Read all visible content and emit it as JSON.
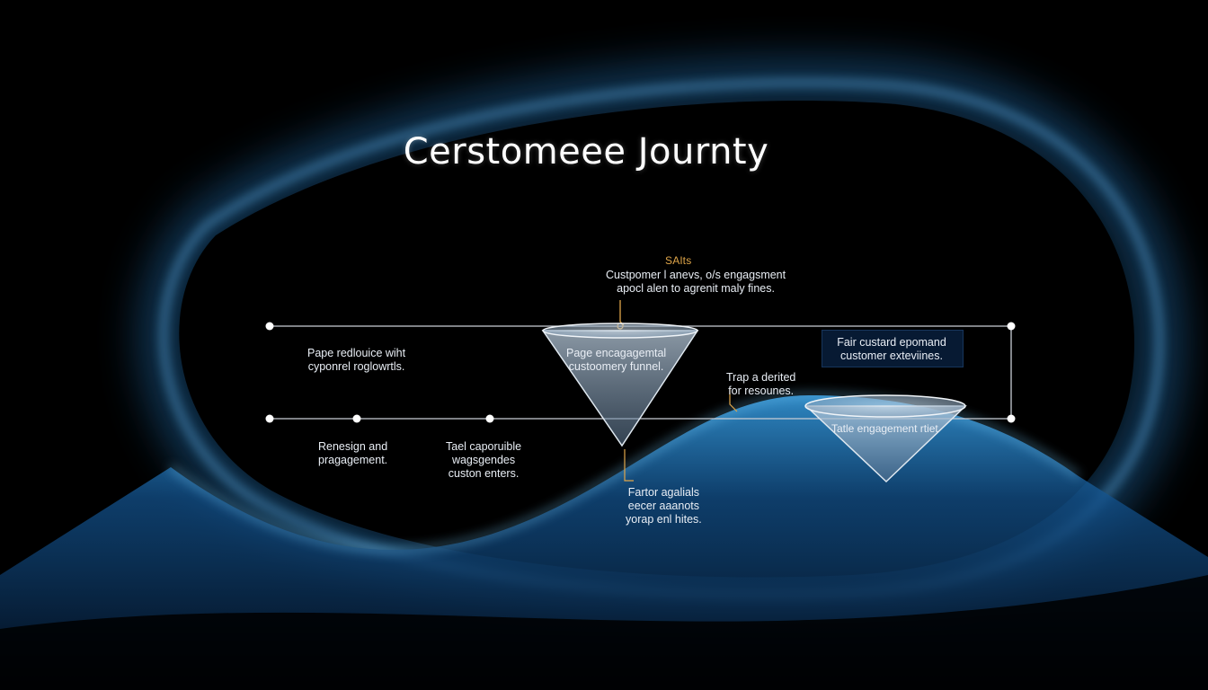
{
  "title": "Cerstomeee Journty",
  "sales": {
    "heading": "SAlts",
    "line1": "Custpomer l anevs, o/s engagsment",
    "line2": "apocl alen to agrenit maly fines."
  },
  "top_row": {
    "left_label": [
      "Pape redlouice wiht",
      "cyponrel roglowrtls."
    ],
    "funnel_label": [
      "Page encagagemtal",
      "custoomery funnel."
    ],
    "right_box": [
      "Fair custard epomand",
      "customer exteviines."
    ]
  },
  "middle": {
    "note": [
      "Trap a derited",
      "for resounes."
    ],
    "small_funnel_label": "Tatle engagement rtiet"
  },
  "bottom_row": {
    "first_label": [
      "Renesign and",
      "pragagement."
    ],
    "second_label": [
      "Tael caporuible",
      "wagsgendes",
      "custon enters."
    ],
    "funnel_note": [
      "Fartor agalials",
      "eecer aaanots",
      "yorap enl hites."
    ]
  },
  "colors": {
    "background": "#000000",
    "glow": "#2a8fe0",
    "line": "#c9ced6",
    "accent": "#e0a64a",
    "box": "#071a33"
  }
}
